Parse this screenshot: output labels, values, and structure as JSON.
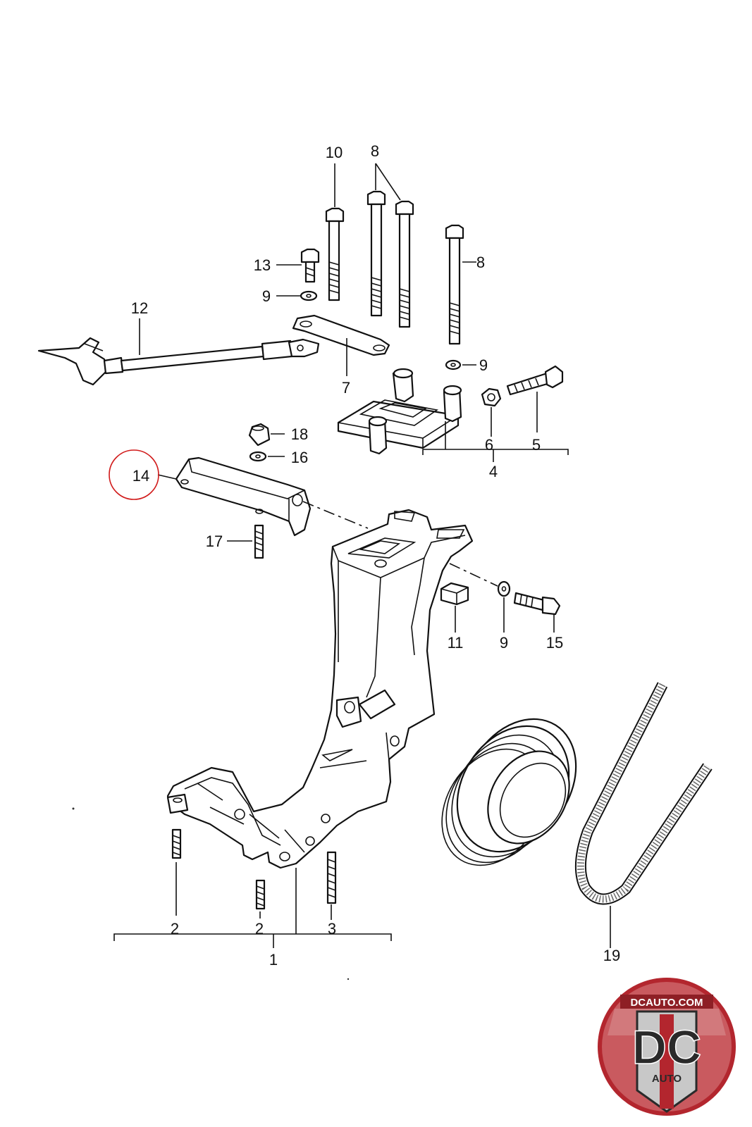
{
  "callouts": {
    "c1": "1",
    "c2a": "2",
    "c2b": "2",
    "c3": "3",
    "c4": "4",
    "c5": "5",
    "c6": "6",
    "c7": "7",
    "c8a": "8",
    "c8b": "8",
    "c9a": "9",
    "c9b": "9",
    "c9c": "9",
    "c10": "10",
    "c11": "11",
    "c12": "12",
    "c13": "13",
    "c14": "14",
    "c15": "15",
    "c16": "16",
    "c17": "17",
    "c18": "18",
    "c19": "19"
  },
  "highlight": {
    "part": "14",
    "color": "#d11b1b"
  },
  "logo": {
    "site": "DCAUTO.COM",
    "mark": "DC",
    "sub": "AUTO",
    "colors": {
      "red": "#b3262e",
      "grey": "#c8c8c8",
      "dark": "#2a2a2a"
    }
  }
}
